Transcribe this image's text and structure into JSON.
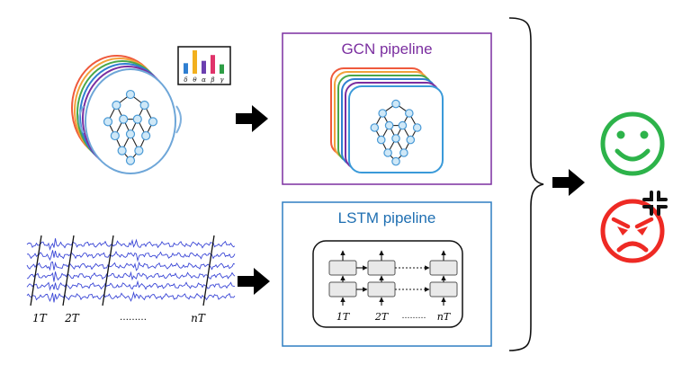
{
  "gcn": {
    "title": "GCN pipeline",
    "title_color": "#7b2fa0",
    "border_color": "#7b2fa0",
    "layer_colors": [
      "#ef5a3c",
      "#f2a23a",
      "#4aa84a",
      "#2f7fd1",
      "#7b2fa0",
      "#3a9ad9"
    ]
  },
  "lstm": {
    "title": "LSTM pipeline",
    "title_color": "#1f6fb2",
    "border_color": "#2f7fc2",
    "time_labels": [
      "1T",
      "2T",
      "………",
      "nT"
    ]
  },
  "eeg": {
    "time_labels": [
      "1T",
      "2T",
      "………",
      "nT"
    ],
    "signal_color": "#3b47d6"
  },
  "bands": {
    "labels": [
      "δ",
      "θ",
      "α",
      "β",
      "γ"
    ],
    "values": [
      0.45,
      1.0,
      0.55,
      0.8,
      0.4
    ],
    "colors": [
      "#2f7fd1",
      "#f2b01e",
      "#6b3fb0",
      "#e0336a",
      "#2e9e46"
    ]
  },
  "outputs": {
    "happy_color": "#2db34a",
    "angry_color": "#ee2a24"
  },
  "icons": [
    "right-arrow-icon",
    "happy-face-icon",
    "angry-face-icon",
    "anger-symbol-icon",
    "curly-brace-icon"
  ]
}
